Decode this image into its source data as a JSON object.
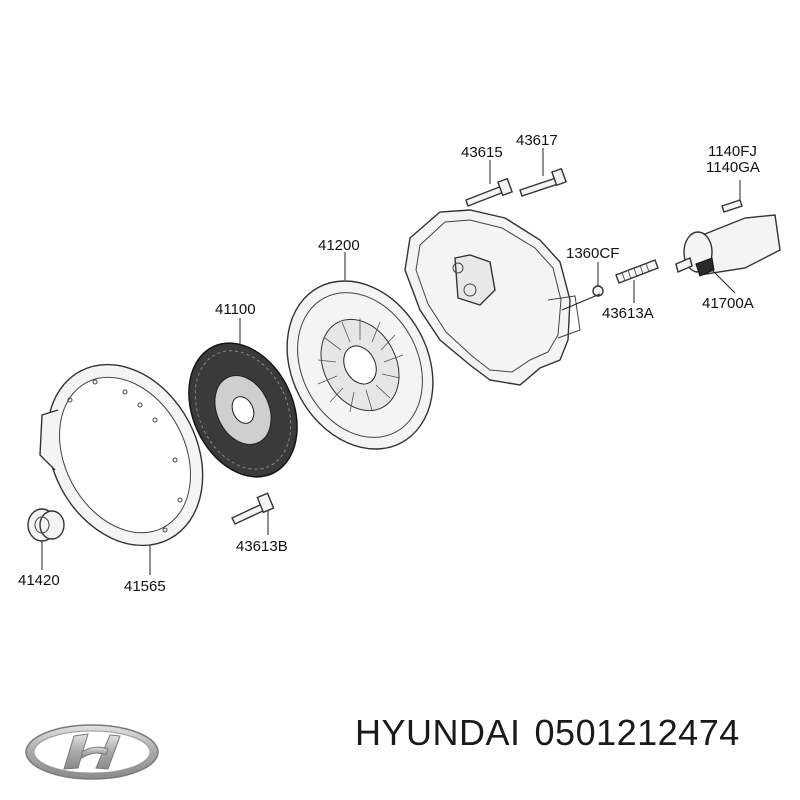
{
  "diagram": {
    "part_labels": {
      "p43615": "43615",
      "p43617": "43617",
      "p1140FJ": "1140FJ",
      "p1140GA": "1140GA",
      "p41200": "41200",
      "p1360CF": "1360CF",
      "p41100": "41100",
      "p43613A": "43613A",
      "p41700A": "41700A",
      "p43613B": "43613B",
      "p41420": "41420",
      "p41565": "41565"
    }
  },
  "footer": {
    "brand": "HYUNDAI",
    "part_number": "0501212474"
  },
  "colors": {
    "line": "#222222",
    "part_fill": "#f4f4f4",
    "text": "#111111",
    "logo_silver": "#b8b8b8"
  }
}
